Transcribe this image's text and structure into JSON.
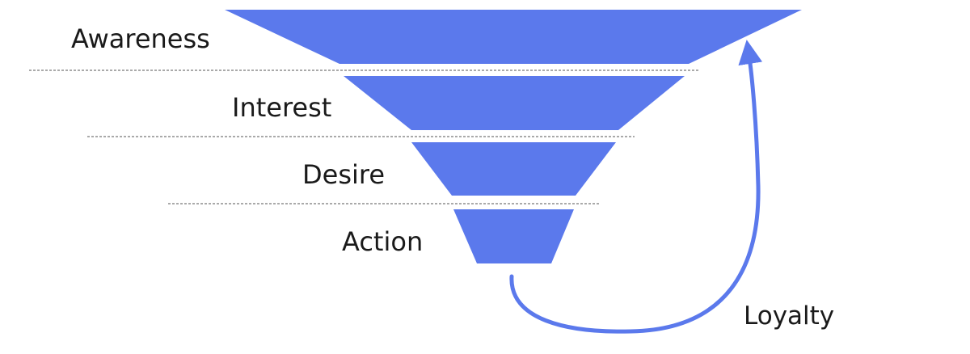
{
  "funnel": {
    "fill_color": "#5B79EC",
    "divider_color": "#555555",
    "stages": [
      {
        "label": "Awareness"
      },
      {
        "label": "Interest"
      },
      {
        "label": "Desire"
      },
      {
        "label": "Action"
      }
    ]
  },
  "loop": {
    "label": "Loyalty",
    "color": "#5B79EC"
  }
}
